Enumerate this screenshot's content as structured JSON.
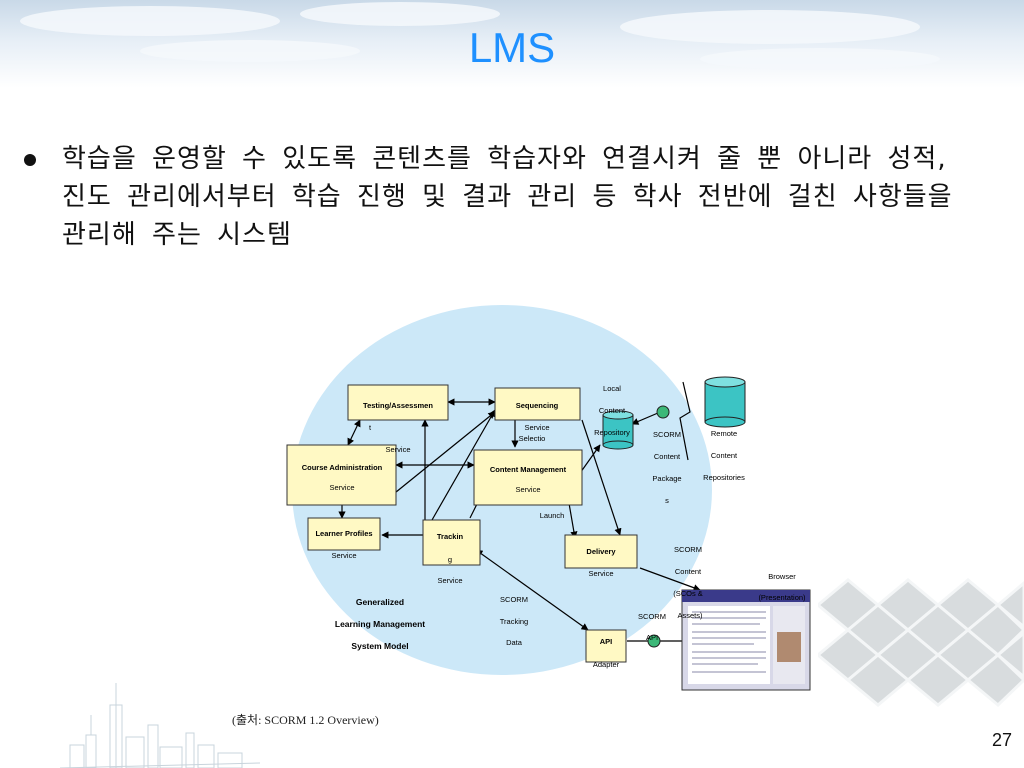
{
  "title": "LMS",
  "bullet_text": "학습을 운영할 수 있도록 콘텐츠를 학습자와 연결시켜 줄 뿐 아니라 성적, 진도 관리에서부터 학습 진행 및 결과 관리 등 학사 전반에 걸친 사항들을 관리해 주는 시스템",
  "source": "(출처: SCORM 1.2 Overview)",
  "page_number": "27",
  "diagram": {
    "testing_l1": "Testing/Assessmen",
    "testing_l2": "t",
    "testing_l3": "Service",
    "sequencing_l1": "Sequencing",
    "sequencing_l2": "Service",
    "sequencing_l3": "Selectio",
    "course_l1": "Course Administration",
    "course_l2": "Service",
    "cm_l1": "Content Management",
    "cm_l2": "Service",
    "learner_l1": "Learner Profiles",
    "learner_l2": "Service",
    "tracking_l1": "Trackin",
    "tracking_l2": "g",
    "tracking_l3": "Service",
    "delivery_l1": "Delivery",
    "delivery_l2": "Service",
    "api_l1": "API",
    "api_l2": "Adapter",
    "launch": "Launch",
    "local_l1": "Local",
    "local_l2": "Content",
    "local_l3": "Repository",
    "scorm_pkg_l1": "SCORM",
    "scorm_pkg_l2": "Content",
    "scorm_pkg_l3": "Package",
    "scorm_pkg_l4": "s",
    "remote_l1": "Remote",
    "remote_l2": "Content",
    "remote_l3": "Repositories",
    "generalized_l1": "Generalized",
    "generalized_l2": "Learning Management",
    "generalized_l3": "System Model",
    "tracking_data_l1": "SCORM",
    "tracking_data_l2": "Tracking",
    "tracking_data_l3": "Data",
    "scorm_content_l1": "SCORM",
    "scorm_content_l2": "Content",
    "scorm_content_l3": "(SCOs &",
    "scorm_content_l4": "Assets)",
    "browser": "Browser",
    "presentation": "(Presentation)",
    "scorm_api_l1": "SCORM",
    "scorm_api_l2": "API"
  }
}
